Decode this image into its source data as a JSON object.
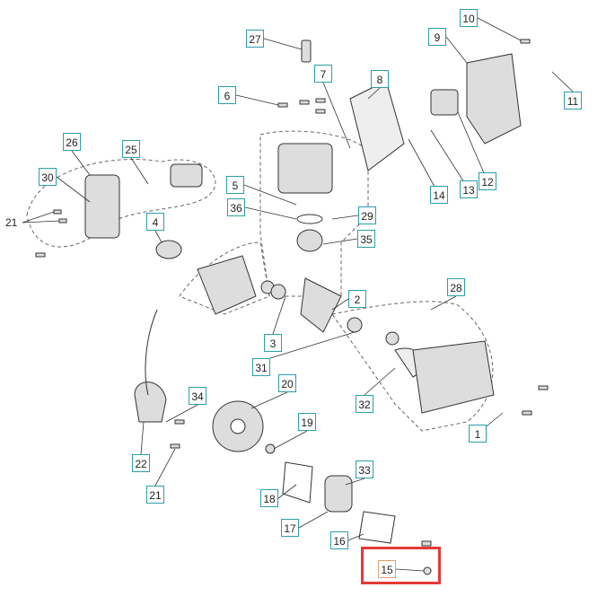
{
  "diagram": {
    "highlight_color": "#e53935",
    "label_border_color": "#2a9fa8",
    "selected_part": "15",
    "labels": [
      {
        "id": "27",
        "text": "27"
      },
      {
        "id": "10",
        "text": "10"
      },
      {
        "id": "9",
        "text": "9"
      },
      {
        "id": "11",
        "text": "11"
      },
      {
        "id": "7",
        "text": "7"
      },
      {
        "id": "8",
        "text": "8"
      },
      {
        "id": "6",
        "text": "6"
      },
      {
        "id": "26",
        "text": "26"
      },
      {
        "id": "25",
        "text": "25"
      },
      {
        "id": "30",
        "text": "30"
      },
      {
        "id": "21a",
        "text": "21"
      },
      {
        "id": "4",
        "text": "4"
      },
      {
        "id": "5",
        "text": "5"
      },
      {
        "id": "36",
        "text": "36"
      },
      {
        "id": "29",
        "text": "29"
      },
      {
        "id": "35",
        "text": "35"
      },
      {
        "id": "2",
        "text": "2"
      },
      {
        "id": "28",
        "text": "28"
      },
      {
        "id": "3",
        "text": "3"
      },
      {
        "id": "31",
        "text": "31"
      },
      {
        "id": "32",
        "text": "32"
      },
      {
        "id": "1",
        "text": "1"
      },
      {
        "id": "34",
        "text": "34"
      },
      {
        "id": "20",
        "text": "20"
      },
      {
        "id": "19",
        "text": "19"
      },
      {
        "id": "22",
        "text": "22"
      },
      {
        "id": "21b",
        "text": "21"
      },
      {
        "id": "18",
        "text": "18"
      },
      {
        "id": "33",
        "text": "33"
      },
      {
        "id": "17",
        "text": "17"
      },
      {
        "id": "16",
        "text": "16"
      },
      {
        "id": "15",
        "text": "15"
      },
      {
        "id": "12",
        "text": "12"
      },
      {
        "id": "13",
        "text": "13"
      },
      {
        "id": "14",
        "text": "14"
      }
    ]
  }
}
